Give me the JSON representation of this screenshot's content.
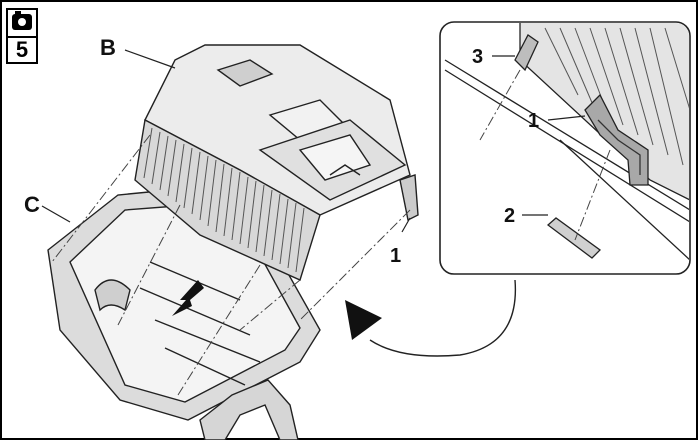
{
  "figure": {
    "icon": "camera-icon",
    "number": "5"
  },
  "labels": {
    "cover": "B",
    "bag": "C",
    "hook": "1"
  },
  "inset": {
    "label_3": "3",
    "label_1": "1",
    "label_2": "2"
  }
}
